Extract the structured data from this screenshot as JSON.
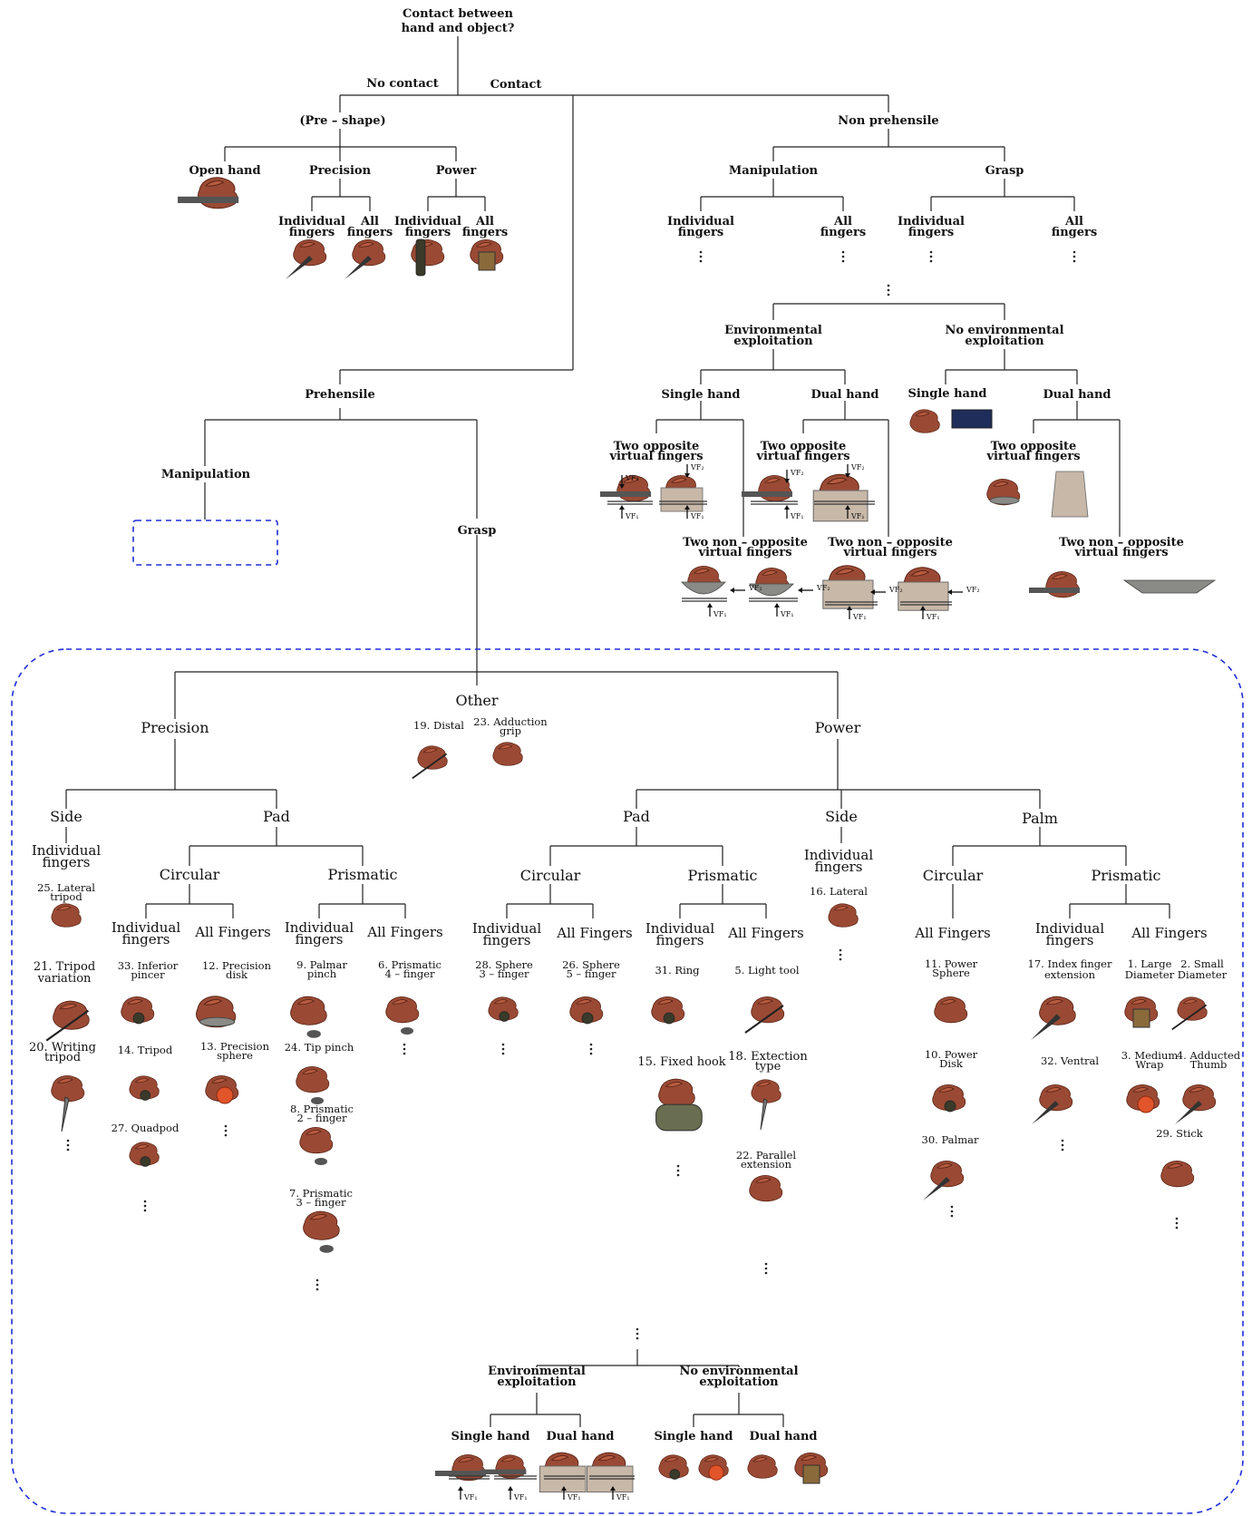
{
  "root": [
    "Contact between",
    "hand and object?"
  ],
  "branch_no_contact": "No contact",
  "branch_contact": "Contact",
  "pre_shape": "(Pre – shape)",
  "open_hand": "Open hand",
  "precision_b": "Precision",
  "power_b": "Power",
  "individual_fingers": [
    "Individual",
    "fingers"
  ],
  "all_fingers": [
    "All",
    "fingers"
  ],
  "non_prehensile": "Non prehensile",
  "manipulation_b": "Manipulation",
  "grasp_b": "Grasp",
  "environmental": [
    "Environmental",
    "exploitation"
  ],
  "no_environmental": [
    "No environmental",
    "exploitation"
  ],
  "single_hand": "Single hand",
  "dual_hand": "Dual hand",
  "two_opposite": [
    "Two opposite",
    "virtual fingers"
  ],
  "two_non_opposite": [
    "Two non – opposite",
    "virtual fingers"
  ],
  "prehensile": "Prehensile",
  "manipulation": "Manipulation",
  "grasp": "Grasp",
  "other": "Other",
  "precision": "Precision",
  "power": "Power",
  "side": "Side",
  "pad": "Pad",
  "palm": "Palm",
  "circular": "Circular",
  "prismatic": "Prismatic",
  "ind_fingers": [
    "Individual",
    "fingers"
  ],
  "all_fingers_cap": "All Fingers",
  "vf1": "VF₁",
  "vf2": "VF₂",
  "grasps": {
    "g19": [
      "19. Distal"
    ],
    "g23": [
      "23. Adduction",
      "grip"
    ],
    "g25": [
      "25. Lateral",
      "tripod"
    ],
    "g21": [
      "21. Tripod",
      "variation"
    ],
    "g20": [
      "20. Writing",
      "tripod"
    ],
    "g33": [
      "33. Inferior",
      "pincer"
    ],
    "g14": [
      "14. Tripod"
    ],
    "g27": [
      "27. Quadpod"
    ],
    "g12": [
      "12. Precision",
      "disk"
    ],
    "g13": [
      "13. Precision",
      "sphere"
    ],
    "g9": [
      "9. Palmar",
      "pinch"
    ],
    "g24": [
      "24. Tip pinch"
    ],
    "g8": [
      "8. Prismatic",
      "2 – finger"
    ],
    "g7": [
      "7. Prismatic",
      "3 – finger"
    ],
    "g6": [
      "6. Prismatic",
      "4 – finger"
    ],
    "g28": [
      "28. Sphere",
      "3 – finger"
    ],
    "g26": [
      "26. Sphere",
      "5 – finger"
    ],
    "g31": [
      "31. Ring"
    ],
    "g15": [
      "15. Fixed hook"
    ],
    "g5": [
      "5. Light tool"
    ],
    "g18": [
      "18. Extection",
      "type"
    ],
    "g22": [
      "22. Parallel",
      "extension"
    ],
    "g16": [
      "16. Lateral"
    ],
    "g11": [
      "11. Power",
      "Sphere"
    ],
    "g10": [
      "10. Power",
      "Disk"
    ],
    "g30": [
      "30. Palmar"
    ],
    "g17": [
      "17. Index finger",
      "extension"
    ],
    "g32": [
      "32. Ventral"
    ],
    "g1": [
      "1. Large",
      "Diameter"
    ],
    "g2": [
      "2. Small",
      "Diameter"
    ],
    "g3": [
      "3. Medium",
      "Wrap"
    ],
    "g4": [
      "4. Adducted",
      "Thumb"
    ],
    "g29": [
      "29. Stick"
    ]
  },
  "colors": {
    "dashed_border": "#1f2fd6",
    "hand": "#9a4a34",
    "line": "#222222"
  },
  "icons": [
    "hand-icon",
    "object-icon",
    "arrow-icon",
    "ellipsis-icon"
  ]
}
